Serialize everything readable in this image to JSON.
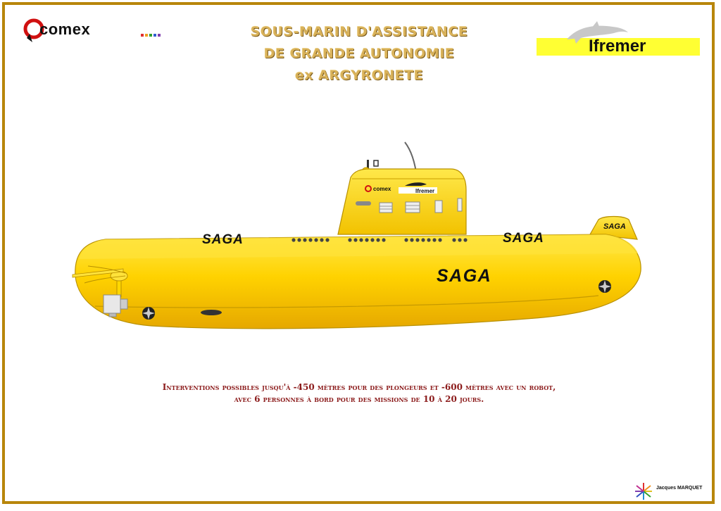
{
  "header": {
    "comex_logo_text": "comex",
    "title_lines": [
      "SOUS-MARIN D'ASSISTANCE",
      "DE GRANDE AUTONOMIE",
      "ex ARGYRONETE"
    ],
    "ifremer_logo_text": "Ifremer"
  },
  "submarine": {
    "hull_labels": [
      "SAGA",
      "SAGA",
      "SAGA",
      "SAGA"
    ],
    "sail_logo_comex": "comex",
    "sail_logo_ifremer": "Ifremer"
  },
  "caption": {
    "line1": "Interventions possibles jusqu'à -450 mètres pour des plongeurs et -600 mètres avec un robot,",
    "line2": "avec 6 personnes à bord pour des missions de 10 à 20  jours."
  },
  "author": {
    "name": "Jacques MARQUET"
  },
  "colors": {
    "hull_yellow": "#ffd700",
    "frame": "#b8860b",
    "title": "#d9b25a",
    "caption": "#8b1a1a",
    "band": "#ffff33"
  },
  "icons": [
    "comex-logo-icon",
    "dolphin-icon",
    "propeller-icon",
    "author-star-icon"
  ]
}
